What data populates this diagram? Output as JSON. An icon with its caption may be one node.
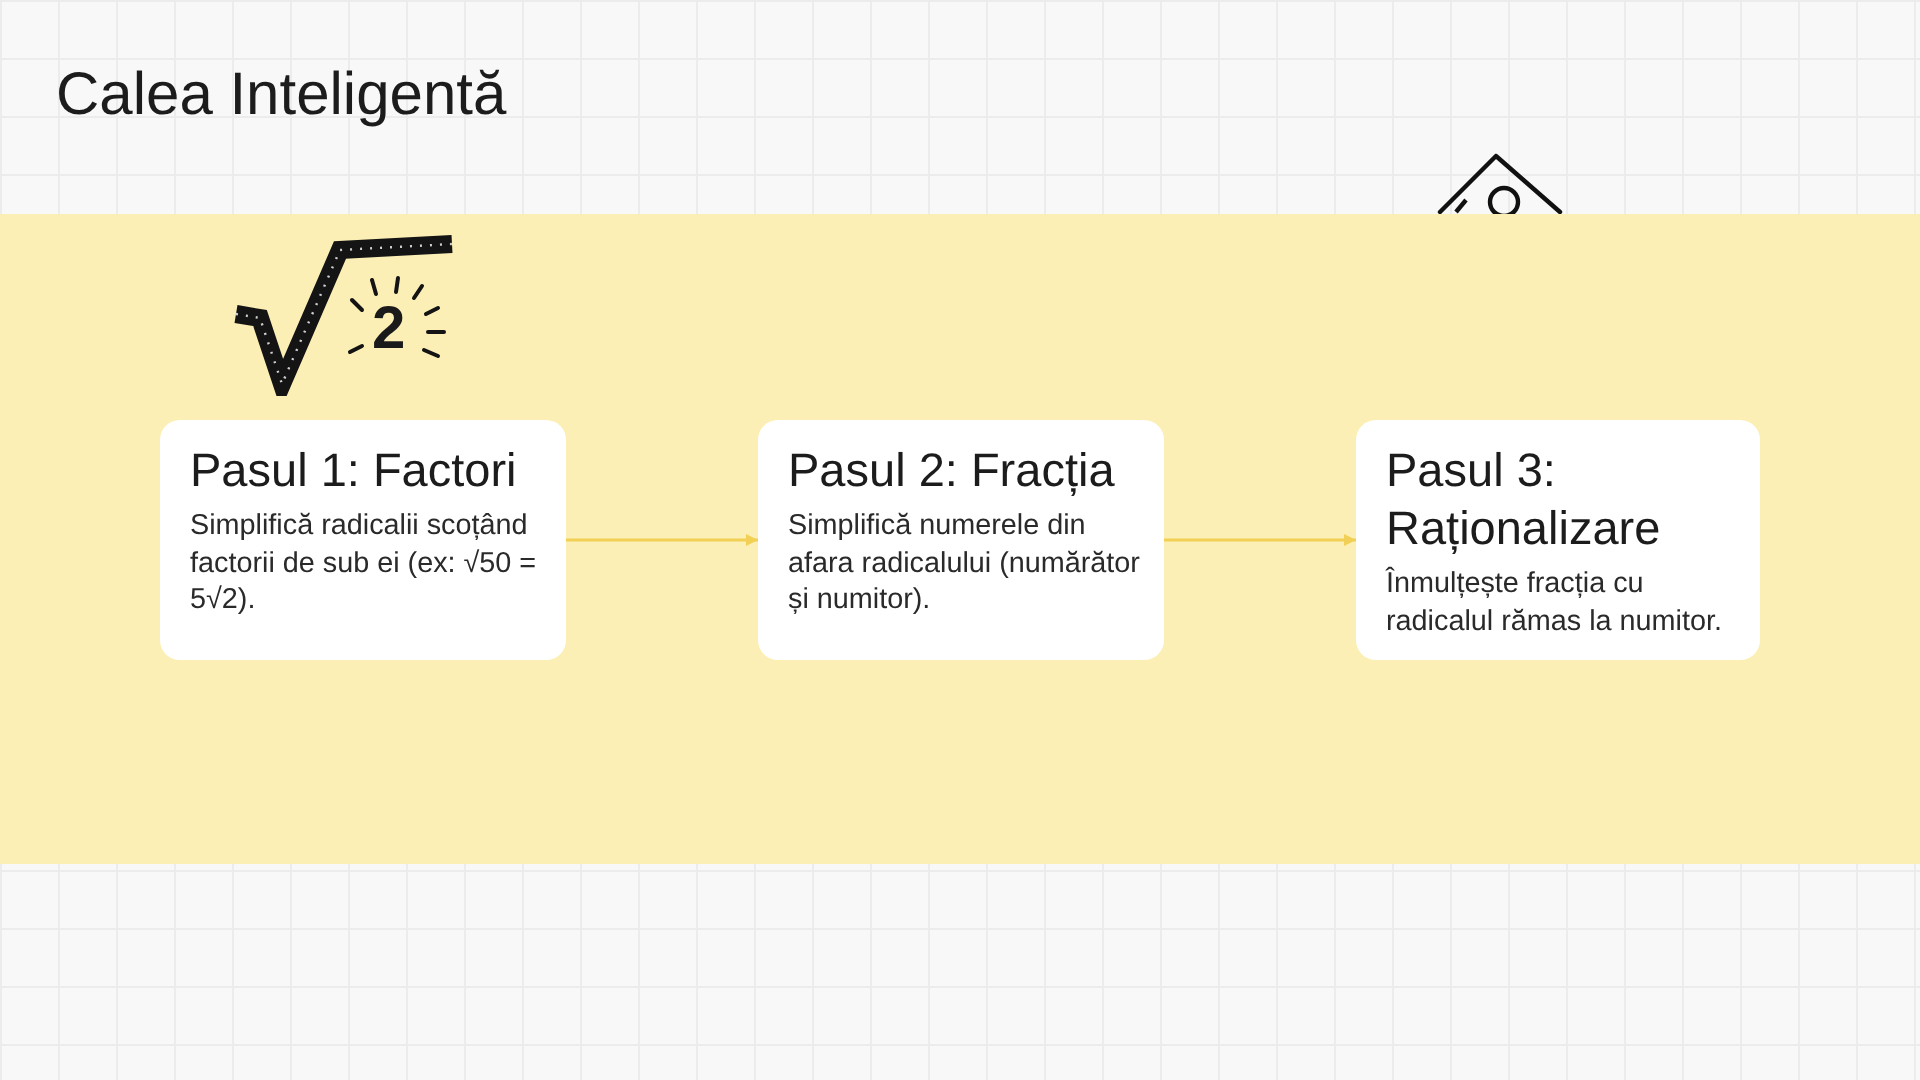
{
  "diagram": {
    "title": "Calea Inteligentă",
    "nodes": [
      {
        "text": [
          "Pasul 1: Factori",
          "Simplifică radicalii scoțând factorii de sub ei (ex: √50 = 5√2)."
        ]
      },
      {
        "text": [
          "Pasul 2: Fracția",
          "Simplifică numerele din afara radicalului (numărător și numitor)."
        ]
      },
      {
        "text": [
          "Pasul 3: Raționalizare",
          "Înmulțește fracția cu radicalul rămas la numitor."
        ]
      }
    ],
    "edges": [
      {
        "from": 0,
        "to": 1,
        "arrow": "to"
      },
      {
        "from": 1,
        "to": 2,
        "arrow": "to"
      }
    ],
    "labels": [
      "2"
    ]
  }
}
